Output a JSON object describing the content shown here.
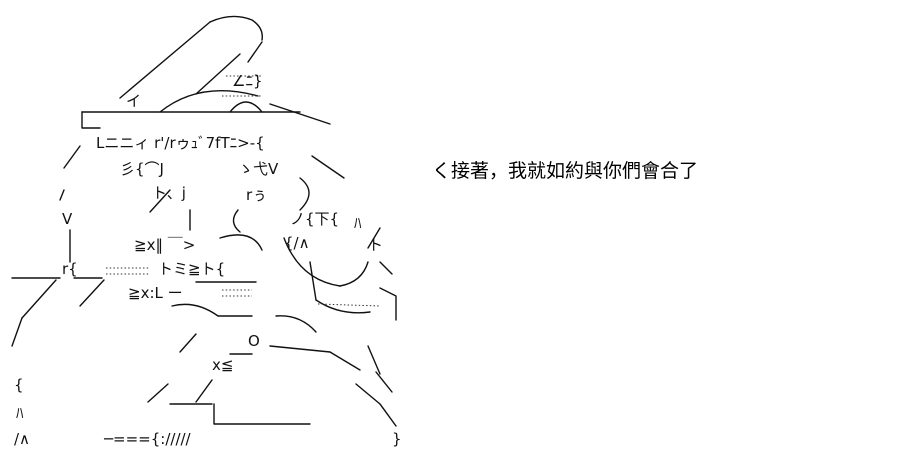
{
  "dialogue": {
    "text": "く接著，我就如約與你們會合了"
  },
  "art_glyphs": {
    "g1": "Lニニィ r'/rゥｭﾞ7fTﾆ>-{",
    "g2": "彡{⌒J",
    "g3": "ゝ弋V",
    "g4": "ト、j",
    "g5": "rぅ",
    "g6": "V",
    "g7": "ノ{下{",
    "g8": "ﾊ",
    "g9": "≧x‖ ￣>",
    "g10": "r{",
    "g11": "トミ≧ト{",
    "g12": "≧x:L ー",
    "g13": "O",
    "g14": "x≦",
    "g15": "{",
    "g16": "ﾊ",
    "g17": "/∧",
    "g18": "─==={://///",
    "g19": "}",
    "g20": "イ",
    "g21": "∠ﾆ}",
    "g22": "{/∧",
    "g23": "ト"
  },
  "colors": {
    "ink": "#111111",
    "background": "#ffffff"
  }
}
